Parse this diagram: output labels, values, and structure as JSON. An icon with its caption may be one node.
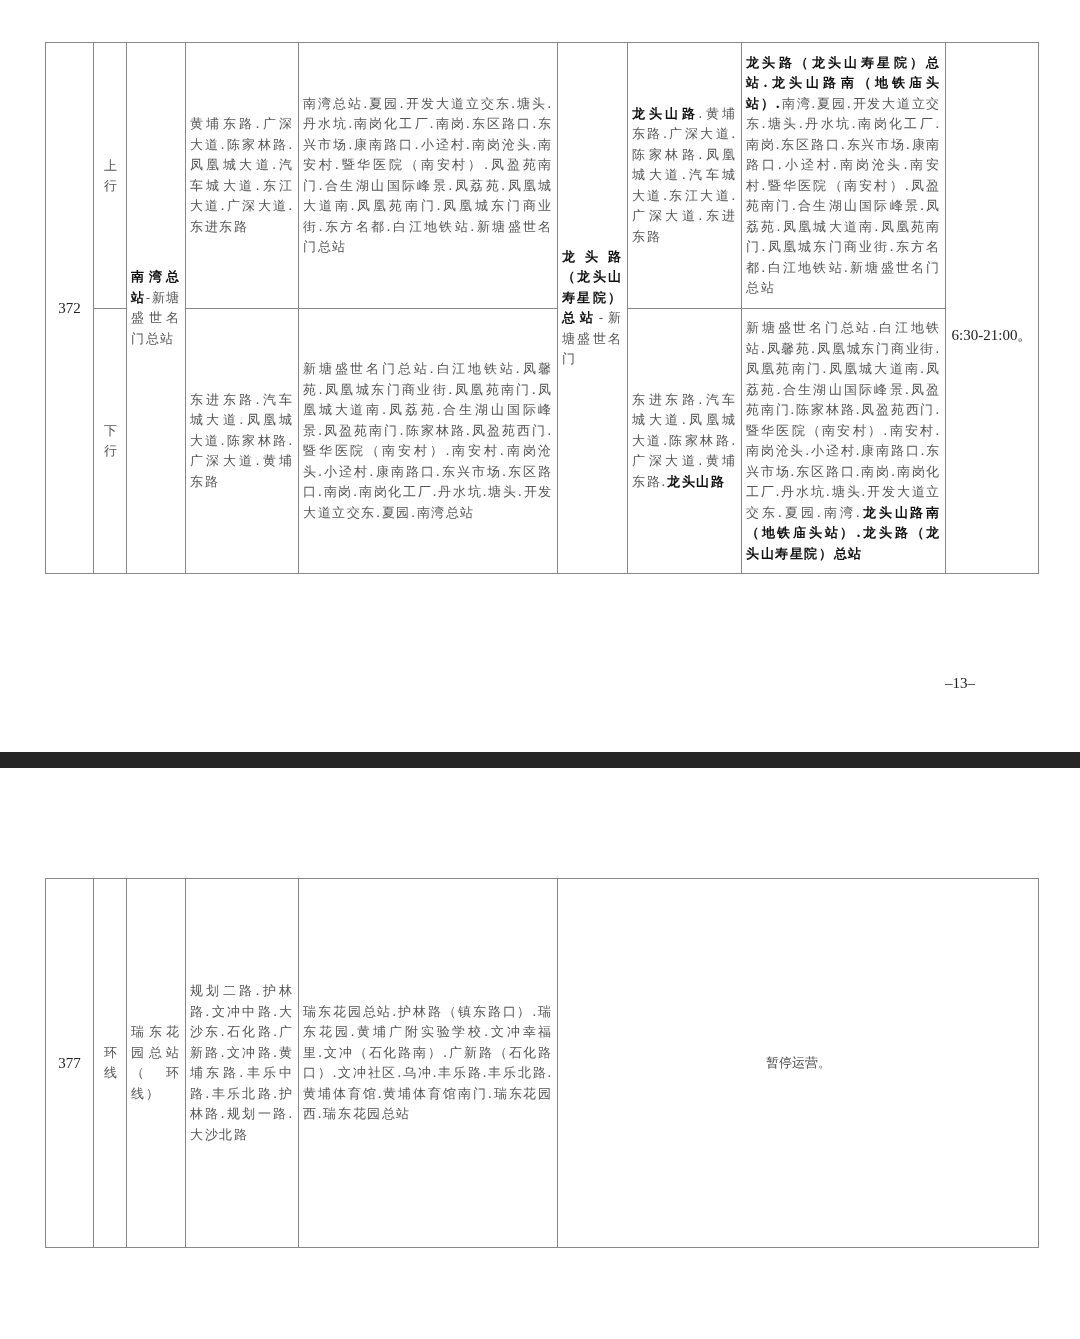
{
  "diagram": {
    "labels": [
      "372",
      "上行",
      "**南湾总站**-新塘盛世名门总站",
      "黄埔东路.广深大道.陈家林路.凤凰城大道.汽车城大道.东江大道.广深大道.东进东路",
      "南湾总站.夏园.开发大道立交东.塘头.丹水坑.南岗化工厂.南岗.东区路口.东兴市场.康南路口.小迳村.南岗沧头.南安村.暨华医院（南安村）.凤盈苑南门.合生湖山国际峰景.凤荔苑.凤凰城大道南.凤凰苑南门.凤凰城东门商业街.东方名都.白江地铁站.新塘盛世名门总站",
      "**龙头路（龙头山寿星院）总站**-新塘盛世名门",
      "**龙头山路**.黄埔东路.广深大道.陈家林路.凤凰城大道.汽车城大道.东江大道.广深大道.东进东路",
      "**龙头路（龙头山寿星院）总站.龙头山路南（地铁庙头站）.**南湾.夏园.开发大道立交东.塘头.丹水坑.南岗化工厂.南岗.东区路口.东兴市场.康南路口.小迳村.南岗沧头.南安村.暨华医院（南安村）.凤盈苑南门.合生湖山国际峰景.凤荔苑.凤凰城大道南.凤凰苑南门.凤凰城东门商业街.东方名都.白江地铁站.新塘盛世名门总站",
      "6:30-21:00。",
      "下行",
      "东进东路.汽车城大道.凤凰城大道.陈家林路.广深大道.黄埔东路",
      "新塘盛世名门总站.白江地铁站.凤馨苑.凤凰城东门商业街.凤凰苑南门.凤凰城大道南.凤荔苑.合生湖山国际峰景.凤盈苑南门.陈家林路.凤盈苑西门.暨华医院（南安村）.南安村.南岗沧头.小迳村.康南路口.东兴市场.东区路口.南岗.南岗化工厂.丹水坑.塘头.开发大道立交东.夏园.南湾总站",
      "东进东路.汽车城大道.凤凰城大道.陈家林路.广深大道.黄埔东路.**龙头山路**",
      "新塘盛世名门总站.白江地铁站.凤馨苑.凤凰城东门商业街.凤凰苑南门.凤凰城大道南.凤荔苑.合生湖山国际峰景.凤盈苑南门.陈家林路.凤盈苑西门.暨华医院（南安村）.南安村.南岗沧头.小迳村.康南路口.东兴市场.东区路口.南岗.南岗化工厂.丹水坑.塘头.开发大道立交东.夏园.南湾.**龙头山路南（地铁庙头站）.龙头路（龙头山寿星院）总站**",
      "–13–",
      "377",
      "环线",
      "瑞东花园总站（环线）",
      "规划二路.护林路.文冲中路.大沙东.石化路.广新路.文冲路.黄埔东路.丰乐中路.丰乐北路.护林路.规划一路.大沙北路",
      "瑞东花园总站.护林路（镇东路口）.瑞东花园.黄埔广附实验学校.文冲幸福里.文冲（石化路南）.广新路（石化路口）.文冲社区.乌冲.丰乐路.丰乐北路.黄埔体育馆.黄埔体育馆南门.瑞东花园西.瑞东花园总站",
      "暂停运营。"
    ]
  }
}
